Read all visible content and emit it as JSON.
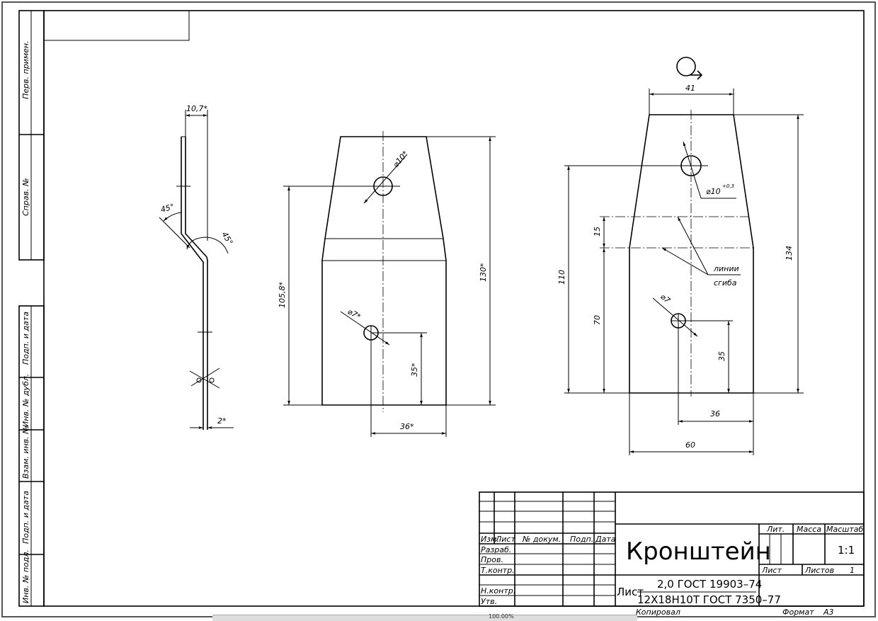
{
  "side_labels": [
    "Перв. примен.",
    "Справ. №",
    "Подп. и дата",
    "Инв. № дубл.",
    "Взам. инв. №",
    "Подп. и дата",
    "Инв. № подл."
  ],
  "views": {
    "side": {
      "dim_width": "10,7*",
      "angle_top": "45°",
      "angle_bend": "45°",
      "dim_thickness": "2*"
    },
    "blank": {
      "hole_big": "⌀10*",
      "hole_small": "⌀7*",
      "dim_hole_height": "105,8*",
      "dim_total_height": "130*",
      "dim_small_hole_height": "35*",
      "dim_small_hole_offset": "36*"
    },
    "flat": {
      "dim_top_width": "41",
      "hole_big": "⌀10",
      "hole_big_tol": "+0,3",
      "dim_15": "15",
      "dim_70": "70",
      "dim_110": "110",
      "dim_134": "134",
      "dim_35": "35",
      "dim_36": "36",
      "dim_60": "60",
      "hole_small": "⌀7",
      "bend_note_1": "линии",
      "bend_note_2": "сгиба"
    }
  },
  "title_block": {
    "headers": [
      "Изм.",
      "Лист",
      "№ докум.",
      "Подп.",
      "Дата"
    ],
    "rows": [
      "Разраб.",
      "Пров.",
      "Т.контр.",
      "",
      "Н.контр.",
      "Утв."
    ],
    "part_name": "Кронштейн",
    "lit_label": "Лит.",
    "mass_label": "Масса",
    "scale_label": "Масштаб",
    "scale_value": "1:1",
    "sheet_label": "Лист",
    "sheets_label": "Листов",
    "sheets_value": "1",
    "material_prefix": "Лист",
    "material_top": "2,0 ГОСТ 19903–74",
    "material_bottom": "12Х18Н10Т ГОСТ 7350–77",
    "copied_label": "Копировал",
    "format_label": "Формат",
    "format_value": "А3"
  },
  "status": {
    "zoom": "100.00%"
  }
}
